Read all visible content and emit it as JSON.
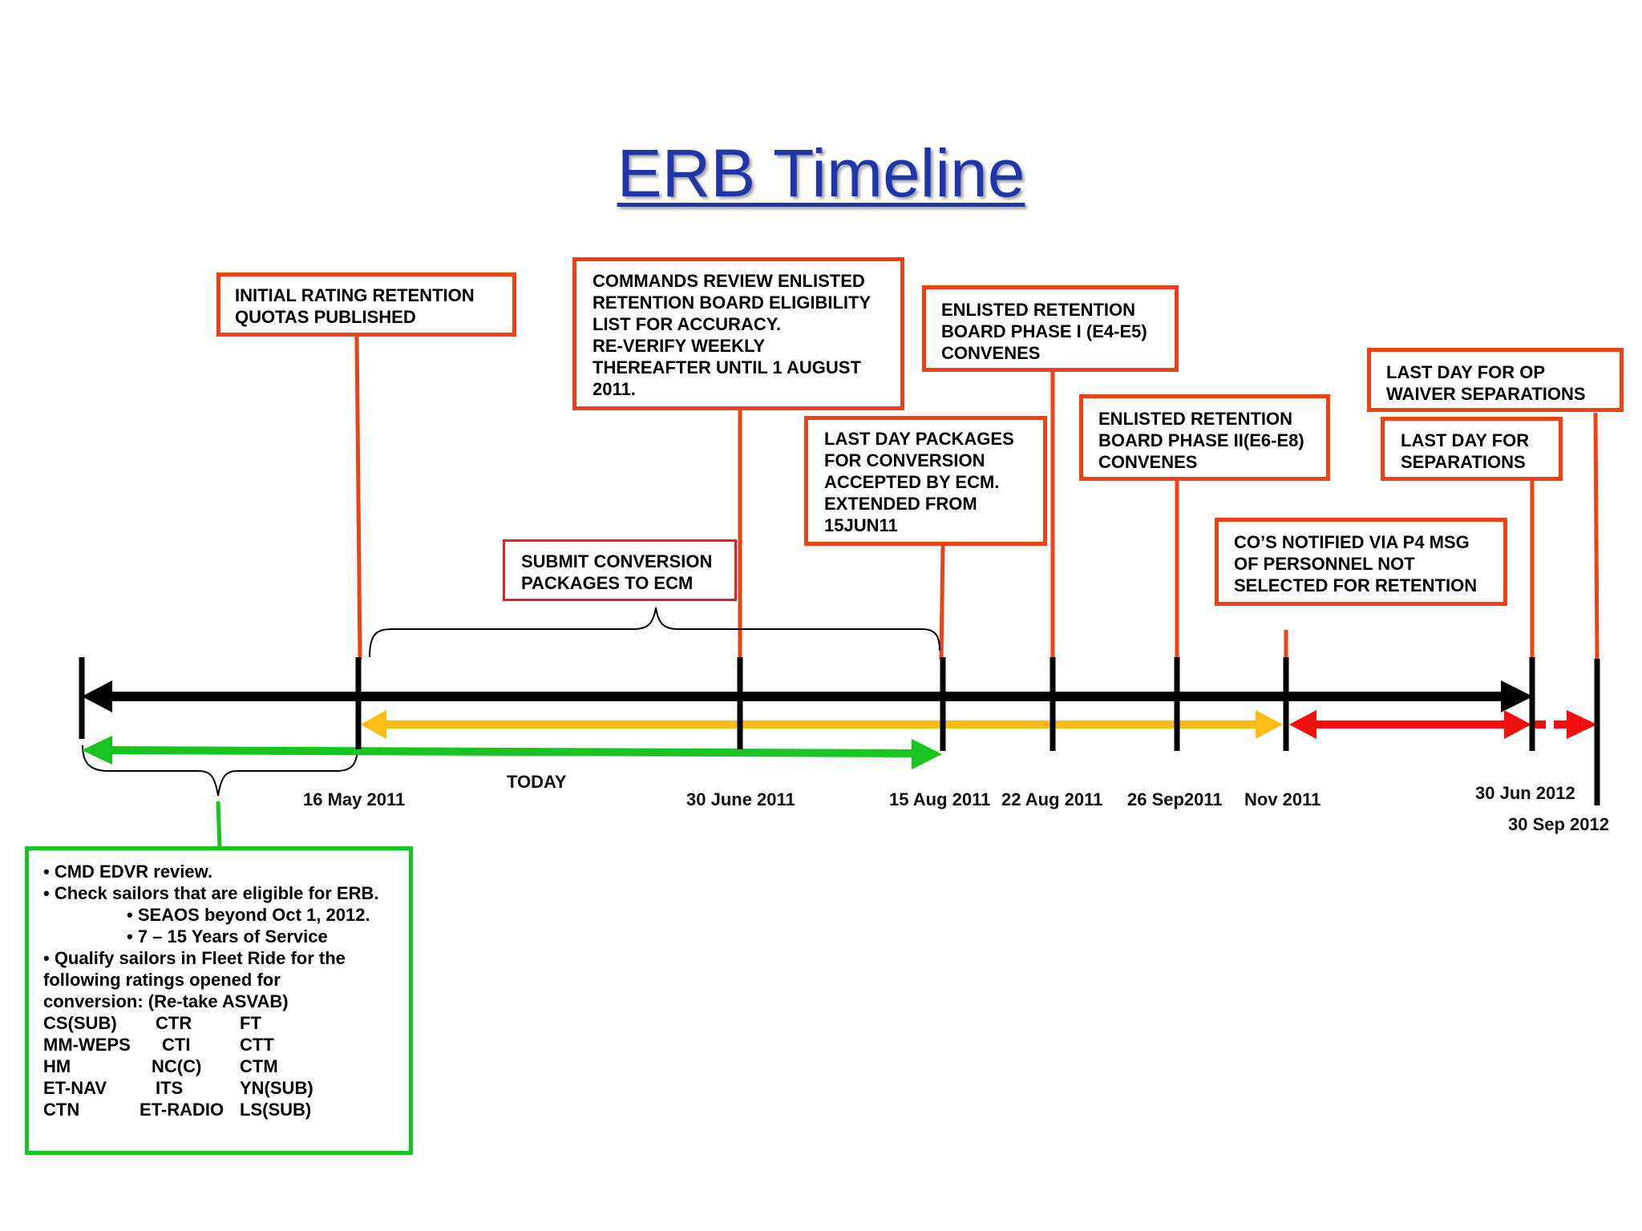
{
  "title": "ERB Timeline",
  "colors": {
    "callout_border": "#ee4216",
    "main_axis": "#000000",
    "yellow_arrow": "#fbbc14",
    "green_arrow": "#18c41f",
    "red_arrow": "#f50e0e",
    "title": "#1f35a8"
  },
  "callouts": {
    "initial_quotas": "INITIAL RATING RETENTION\nQUOTAS PUBLISHED",
    "commands_review": "COMMANDS REVIEW ENLISTED\nRETENTION BOARD ELIGIBILITY\nLIST FOR ACCURACY.\nRE-VERIFY WEEKLY\nTHEREAFTER UNTIL 1 AUGUST\n2011.",
    "phase1": "ENLISTED RETENTION\nBOARD PHASE I (E4-E5)\nCONVENES",
    "last_op_waiver": "LAST DAY  FOR OP\nWAIVER SEPARATIONS",
    "last_packages": "LAST DAY PACKAGES\nFOR CONVERSION\nACCEPTED BY ECM.\nEXTENDED FROM\n15JUN11",
    "phase2": "ENLISTED RETENTION\nBOARD PHASE II(E6-E8)\nCONVENES",
    "last_separations": "LAST DAY FOR\nSEPARATIONS",
    "submit_conversion": "SUBMIT CONVERSION\nPACKAGES TO ECM",
    "cos_notified": "CO’S NOTIFIED VIA P4 MSG\nOF PERSONNEL NOT\nSELECTED FOR RETENTION"
  },
  "dates": {
    "may16": "16 May 2011",
    "today": "TODAY",
    "jun30": "30 June 2011",
    "aug15": "15 Aug 2011",
    "aug22": "22 Aug 2011",
    "sep26": "26 Sep2011",
    "nov": "Nov 2011",
    "jun30_2012": "30 Jun 2012",
    "sep30_2012": "30 Sep 2012"
  },
  "green_box": {
    "b1": "• CMD EDVR review.",
    "b2": "• Check sailors that are eligible for ERB.",
    "s1": "•  SEAOS beyond Oct 1, 2012.",
    "s2": "•  7 – 15 Years of Service",
    "b3a": "• Qualify sailors in Fleet Ride for the",
    "b3b": "following ratings opened for",
    "b3c": "conversion: (Re-take ASVAB)",
    "ratings": [
      [
        "CS(SUB)",
        "CTR",
        "FT"
      ],
      [
        "MM-WEPS",
        "CTI",
        "CTT"
      ],
      [
        "HM",
        "NC(C)",
        "CTM"
      ],
      [
        "ET-NAV",
        "ITS",
        "YN(SUB)"
      ],
      [
        "CTN",
        "ET-RADIO",
        "LS(SUB)"
      ]
    ]
  }
}
